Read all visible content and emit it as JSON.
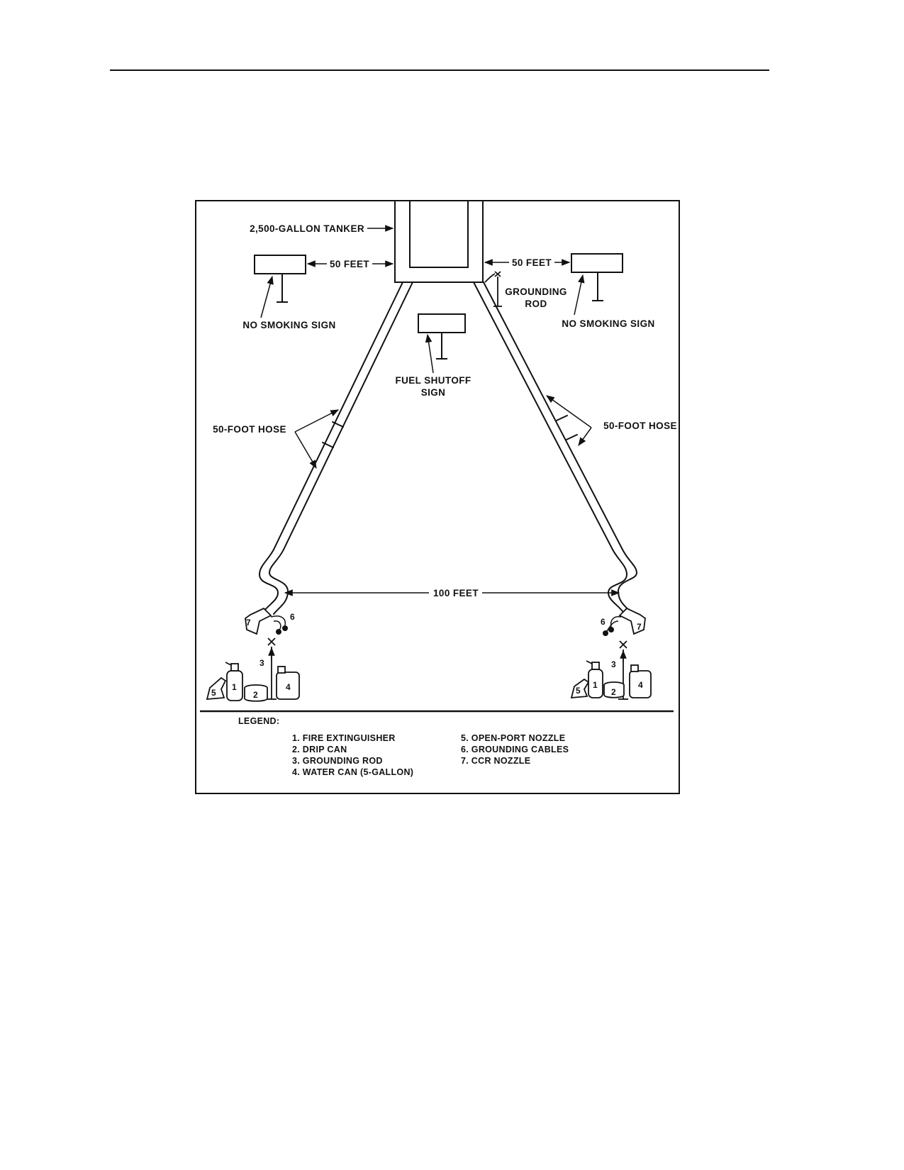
{
  "labels": {
    "tanker": "2,500-GALLON TANKER",
    "fifty_feet_left": "50 FEET",
    "fifty_feet_right": "50 FEET",
    "grounding_rod_line1": "GROUNDING",
    "grounding_rod_line2": "ROD",
    "no_smoking_left": "NO  SMOKING  SIGN",
    "no_smoking_right": "NO  SMOKING  SIGN",
    "fuel_shutoff_line1": "FUEL  SHUTOFF",
    "fuel_shutoff_line2": "SIGN",
    "hose_left": "50-FOOT  HOSE",
    "hose_right": "50-FOOT  HOSE",
    "hundred_feet": "100 FEET"
  },
  "markers": {
    "n1": "1",
    "n2": "2",
    "n3": "3",
    "n4": "4",
    "n5": "5",
    "n6": "6",
    "n7": "7"
  },
  "legend": {
    "title": "LEGEND:",
    "items": [
      "1. FIRE EXTINGUISHER",
      "2. DRIP CAN",
      "3. GROUNDING ROD",
      "4. WATER CAN (5-GALLON)",
      "5. OPEN-PORT NOZZLE",
      "6. GROUNDING CABLES",
      "7. CCR NOZZLE"
    ]
  }
}
